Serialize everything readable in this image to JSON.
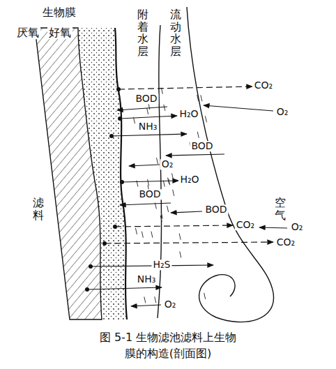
{
  "diagram": {
    "caption": "图 5-1 生物滤池滤料上生物 膜的构造(剖面图)",
    "labels": [
      "生物膜",
      "厌氧",
      "好氧",
      "附着水层",
      "流动水层",
      "滤料",
      "空气",
      "CO₂",
      "O₂",
      "BOD",
      "H₂O",
      "NH₃",
      "BOD",
      "O₂",
      "H₂O",
      "BOD",
      "BOD",
      "CO₂",
      "O₂",
      "CO₂",
      "H₂S",
      "NH₃",
      "O₂"
    ]
  }
}
